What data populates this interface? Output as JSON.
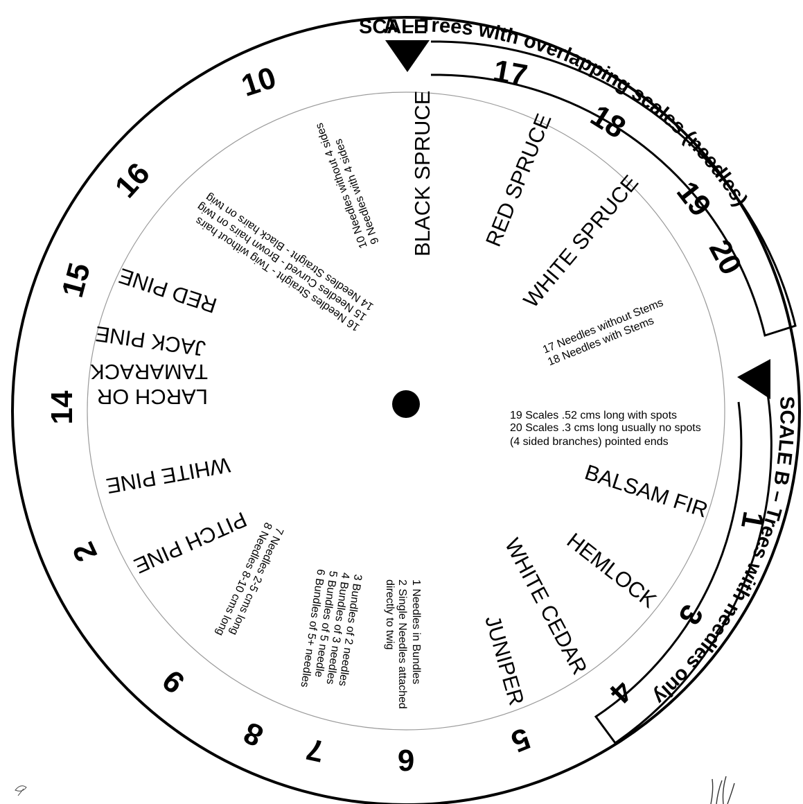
{
  "headers": {
    "scale_a_part1": "SCALE",
    "scale_a_part2": "A – Trees with overlapping scales (needles)",
    "scale_b": "SCALE B – Trees with needles only"
  },
  "numbers": {
    "n10": "10",
    "n16": "16",
    "n15": "15",
    "n14": "14",
    "n2_left": "2",
    "n9_left": "9",
    "n8": "8",
    "n7": "7",
    "n6": "6",
    "n5": "5",
    "n4": "4",
    "n3": "3",
    "n1": "1",
    "n17": "17",
    "n18": "18",
    "n19": "19",
    "n20": "20"
  },
  "trees": {
    "black_spruce": "BLACK SPRUCE",
    "red_spruce": "RED SPRUCE",
    "white_spruce": "WHITE SPRUCE",
    "red_pine": "RED PINE",
    "jack_pine": "JACK PINE",
    "larch_line1": "LARCH OR",
    "larch_line2": "TAMARACK",
    "white_pine": "WHITE PINE",
    "pitch_pine": "PITCH PINE",
    "balsam_fir": "BALSAM FIR",
    "hemlock": "HEMLOCK",
    "white_cedar": "WHITE CEDAR",
    "juniper": "JUNIPER"
  },
  "key": {
    "k9_10": [
      "10  Needles without 4 sides",
      "9  Needles with 4 sides"
    ],
    "k14_16": [
      "16  Needles Straight - Twig without hairs",
      "15  Needles Curved - Brown hairs on twig",
      "14  Needles Straight - Black hairs on twig"
    ],
    "k17_18": [
      "17  Needles without Stems",
      "18  Needles with Stems"
    ],
    "k19_20": [
      "19 Scales .52 cms long with spots",
      "20 Scales .3 cms long usually no spots",
      "(4 sided branches) pointed ends"
    ],
    "k7_8": [
      "7  Needles 2-5 cms long",
      "8  Needles 8-10 cms long"
    ],
    "k3_6": [
      "3  Bundles of 2 needles",
      "4  Bundles of 3 needles",
      "5  Bundles of 5 needle",
      "6  Bundles of 5+ needles"
    ],
    "k1_2": [
      "1  Needles in Bundles",
      "2 Single Needles attached",
      "directly to twig"
    ]
  },
  "colors": {
    "ink": "#000000",
    "paper": "#ffffff",
    "inner_ring": "#9a9a9a"
  }
}
